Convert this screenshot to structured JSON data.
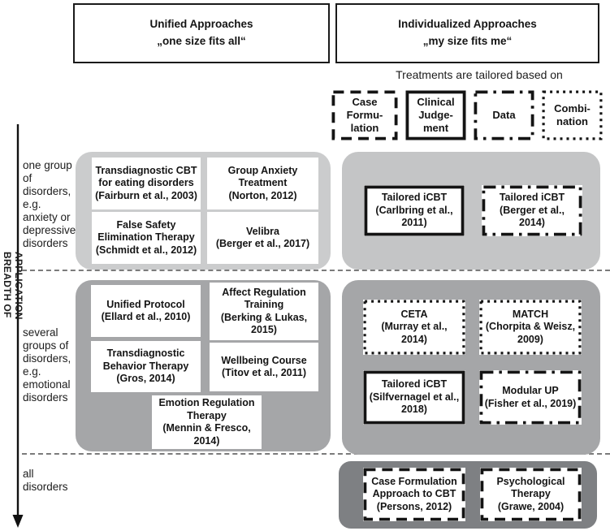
{
  "header": {
    "unified": {
      "title": "Unified Approaches",
      "subtitle": "„one size fits all“"
    },
    "individualized": {
      "title": "Individualized Approaches",
      "subtitle": "„my size fits me“"
    }
  },
  "legend": {
    "caption": "Treatments are tailored based on",
    "items": [
      {
        "label": "Case\nFormu-\nlation",
        "border": "dashed"
      },
      {
        "label": "Clinical\nJudge-\nment",
        "border": "solid"
      },
      {
        "label": "Data",
        "border": "dashdot"
      },
      {
        "label": "Combi-\nnation",
        "border": "dotted"
      }
    ]
  },
  "axis": {
    "label": "BREADTH OF APPLICATION"
  },
  "rows": [
    {
      "scope_label": "one group\nof\ndisorders,\ne.g.\nanxiety or\ndepressive\ndisorders",
      "unified": [
        {
          "label": "Transdiagnostic CBT\nfor eating disorders\n(Fairburn et al., 2003)"
        },
        {
          "label": "Group Anxiety\nTreatment\n(Norton, 2012)"
        },
        {
          "label": "False Safety\nElimination Therapy\n(Schmidt et al., 2012)"
        },
        {
          "label": "Velibra\n(Berger et al., 2017)"
        }
      ],
      "individualized": [
        {
          "label": "Tailored iCBT\n(Carlbring et al.,\n2011)",
          "border": "solid"
        },
        {
          "label": "Tailored iCBT\n(Berger et al.,\n2014)",
          "border": "dashdot"
        }
      ]
    },
    {
      "scope_label": "several\ngroups of\ndisorders,\ne.g.\nemotional\ndisorders",
      "unified": [
        {
          "label": "Unified Protocol\n(Ellard et al., 2010)"
        },
        {
          "label": "Affect Regulation\nTraining\n(Berking & Lukas,\n2015)"
        },
        {
          "label": "Transdiagnostic\nBehavior Therapy\n(Gros, 2014)"
        },
        {
          "label": "Wellbeing Course\n(Titov et al., 2011)"
        },
        {
          "label": "Emotion Regulation\nTherapy\n(Mennin & Fresco,\n2014)"
        }
      ],
      "individualized": [
        {
          "label": "CETA\n(Murray et al.,\n2014)",
          "border": "dotted"
        },
        {
          "label": "MATCH\n(Chorpita & Weisz,\n2009)",
          "border": "dotted"
        },
        {
          "label": "Tailored iCBT\n(Silfvernagel et al.,\n2018)",
          "border": "solid"
        },
        {
          "label": "Modular UP\n(Fisher et al., 2019)",
          "border": "dashdot"
        }
      ]
    },
    {
      "scope_label": "all\ndisorders",
      "unified": [],
      "individualized": [
        {
          "label": "Case Formulation\nApproach to CBT\n(Persons, 2012)",
          "border": "dashed"
        },
        {
          "label": "Psychological\nTherapy\n(Grawe, 2004)",
          "border": "dashed"
        }
      ]
    }
  ],
  "colors": {
    "row1_unified_container": "#cbcccd",
    "row1_individualized_container": "#c4c5c6",
    "row2_container": "#a5a6a8",
    "row3_container": "#7e8083",
    "box_border": "#141414",
    "divider": "#7b7b7b"
  }
}
